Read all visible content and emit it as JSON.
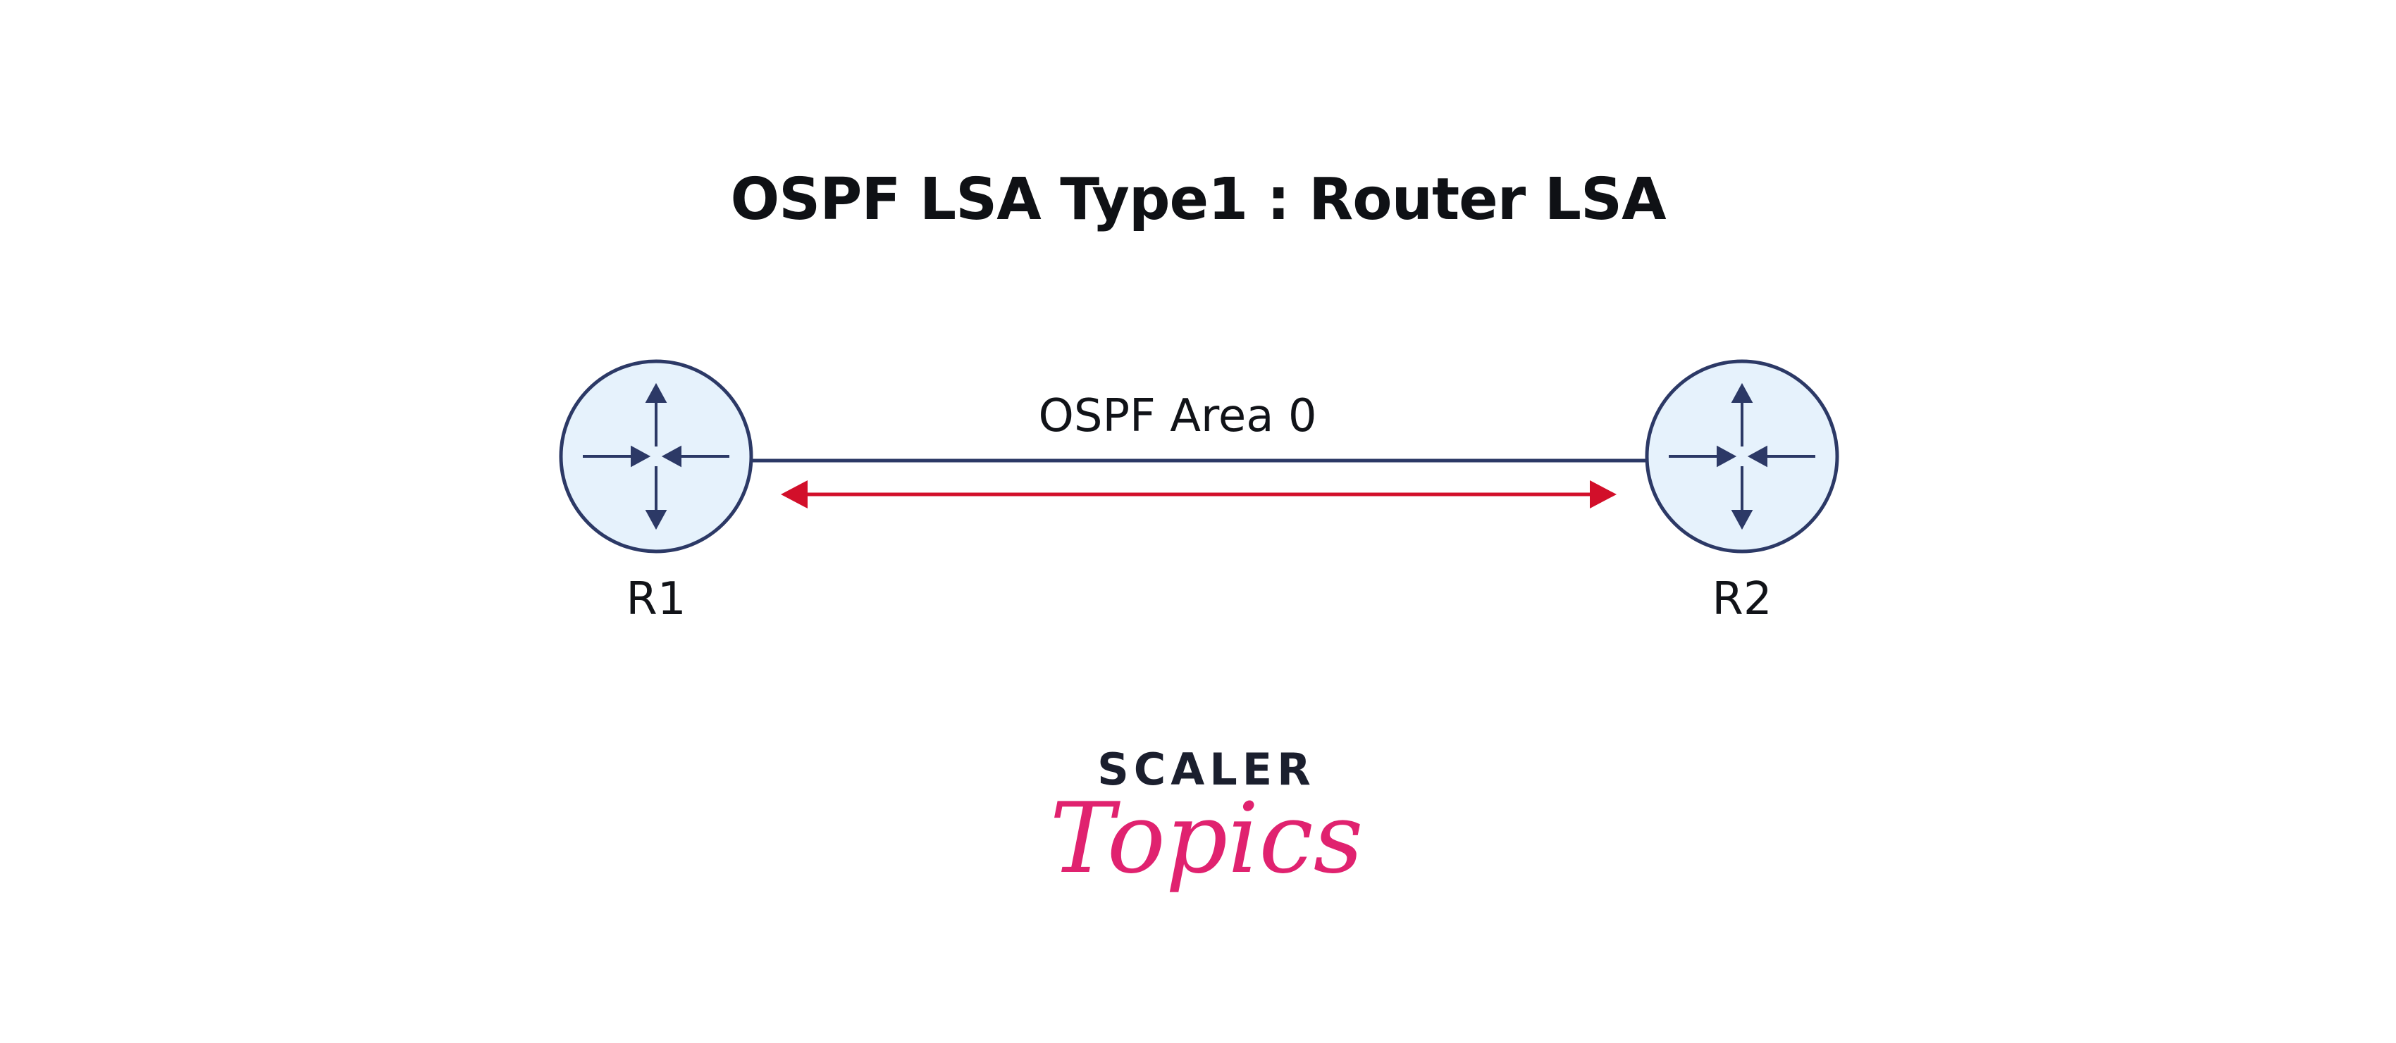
{
  "title": "OSPF LSA Type1 : Router LSA",
  "link": {
    "label": "OSPF Area 0",
    "line_color": "#2c3966",
    "arrow_color": "#d20f2a"
  },
  "routers": [
    {
      "label": "R1",
      "fill": "#e6f2fc",
      "stroke": "#2c3966"
    },
    {
      "label": "R2",
      "fill": "#e6f2fc",
      "stroke": "#2c3966"
    }
  ],
  "logo": {
    "top": "SCALER",
    "script": "Topics",
    "top_color": "#1b1f2e",
    "script_color": "#e0226f"
  }
}
